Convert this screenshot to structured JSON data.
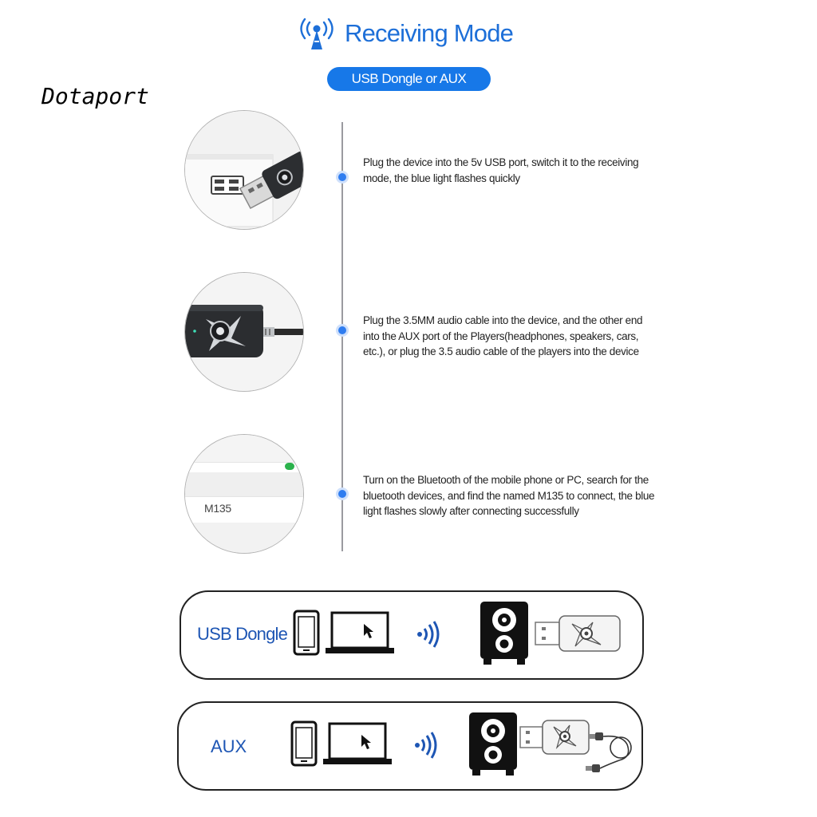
{
  "header": {
    "title": "Receiving Mode",
    "mode_label": "USB Dongle or AUX"
  },
  "brand": "Dotaport",
  "steps": [
    {
      "text": "Plug the device into the 5v USB port, switch it to the receiving mode, the blue light flashes quickly"
    },
    {
      "text": "Plug the 3.5MM audio cable into the device, and the other end into the AUX port of the Players(headphones, speakers, cars, etc.), or plug the 3.5 audio cable of the players into the device"
    },
    {
      "text": "Turn on the Bluetooth of the mobile phone or PC, search for the bluetooth devices, and find the named M135 to connect, the blue light flashes slowly after connecting successfully"
    }
  ],
  "bt_list": {
    "device_name": "M135"
  },
  "panels": [
    {
      "label": "USB Dongle"
    },
    {
      "label": "AUX"
    }
  ],
  "colors": {
    "accent": "#1778e8",
    "title_blue": "#1d6fd8",
    "label_blue": "#1e56b4",
    "timeline_dot": "#2f7df0",
    "status_green": "#2bb24c"
  }
}
